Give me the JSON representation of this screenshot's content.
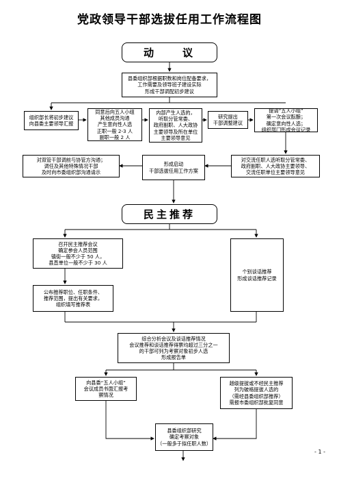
{
  "title": "党政领导干部选拔任用工作流程图",
  "phases": {
    "dongyi": "动　　议",
    "minzhu": "民主推荐"
  },
  "boxes": {
    "b1": "县委组织部根据职数和岗位配备要求，\n工作需要及领导班子建设实际\n形成干部调配初步建议",
    "b2": "组织部长将初步建议\n向县委主要领导汇报",
    "b3": "同意后向五人小组\n其他成员沟通\n产生意向性人选\n正职一般 2-3 人\n副职一般 2 人",
    "b4": "内部产生人选的，\n听取分管常委、\n政府副职、人大政协\n主要领导及所在单位\n主要领导意见",
    "b5": "研究提出\n干部调整建议",
    "b6": "提请“五人小组”\n第一次会议酝酿；\n确定意向性人选；\n组织部门形成会议记录",
    "b7": "对双管干部调前与协管方沟通；\n调任及其他特殊情况干部\n及时向市委组织部沟通请示",
    "b8": "形成启动\n干部选拔任用工作方案",
    "b9": "对交流任职人选听取分管常委、\n政府副职、人大政协主要领导、\n交流任职单位主要领导意见",
    "b10": "召开民主推荐会议\n确定参会人员范围\n镇街一般不少于 50 人，\n县直单位一般不少于 30 人",
    "b11": "个别谈话推荐\n形成谈话推荐记录",
    "b12": "公布推荐职位、任职条件、\n推荐范围，提出有关要求，\n组织填写推荐表",
    "b13": "综合分析会议及谈话推荐情况\n会议推荐和谈话推荐得票均超过三分之一\n的干部可列为考察对象初步人选\n形成报告单",
    "b14": "向县委“五人小组”\n会议成员书面汇报考\n察情况",
    "b15": "越级提拔或不经民主推荐\n列为破格提拔人选的\n（需经县委组织部推荐）\n需报市委组织部批复同意",
    "b16": "县委组织部研究\n确定考察对象\n（一般多于拟任职人数）"
  },
  "page_number": "- 1 -"
}
